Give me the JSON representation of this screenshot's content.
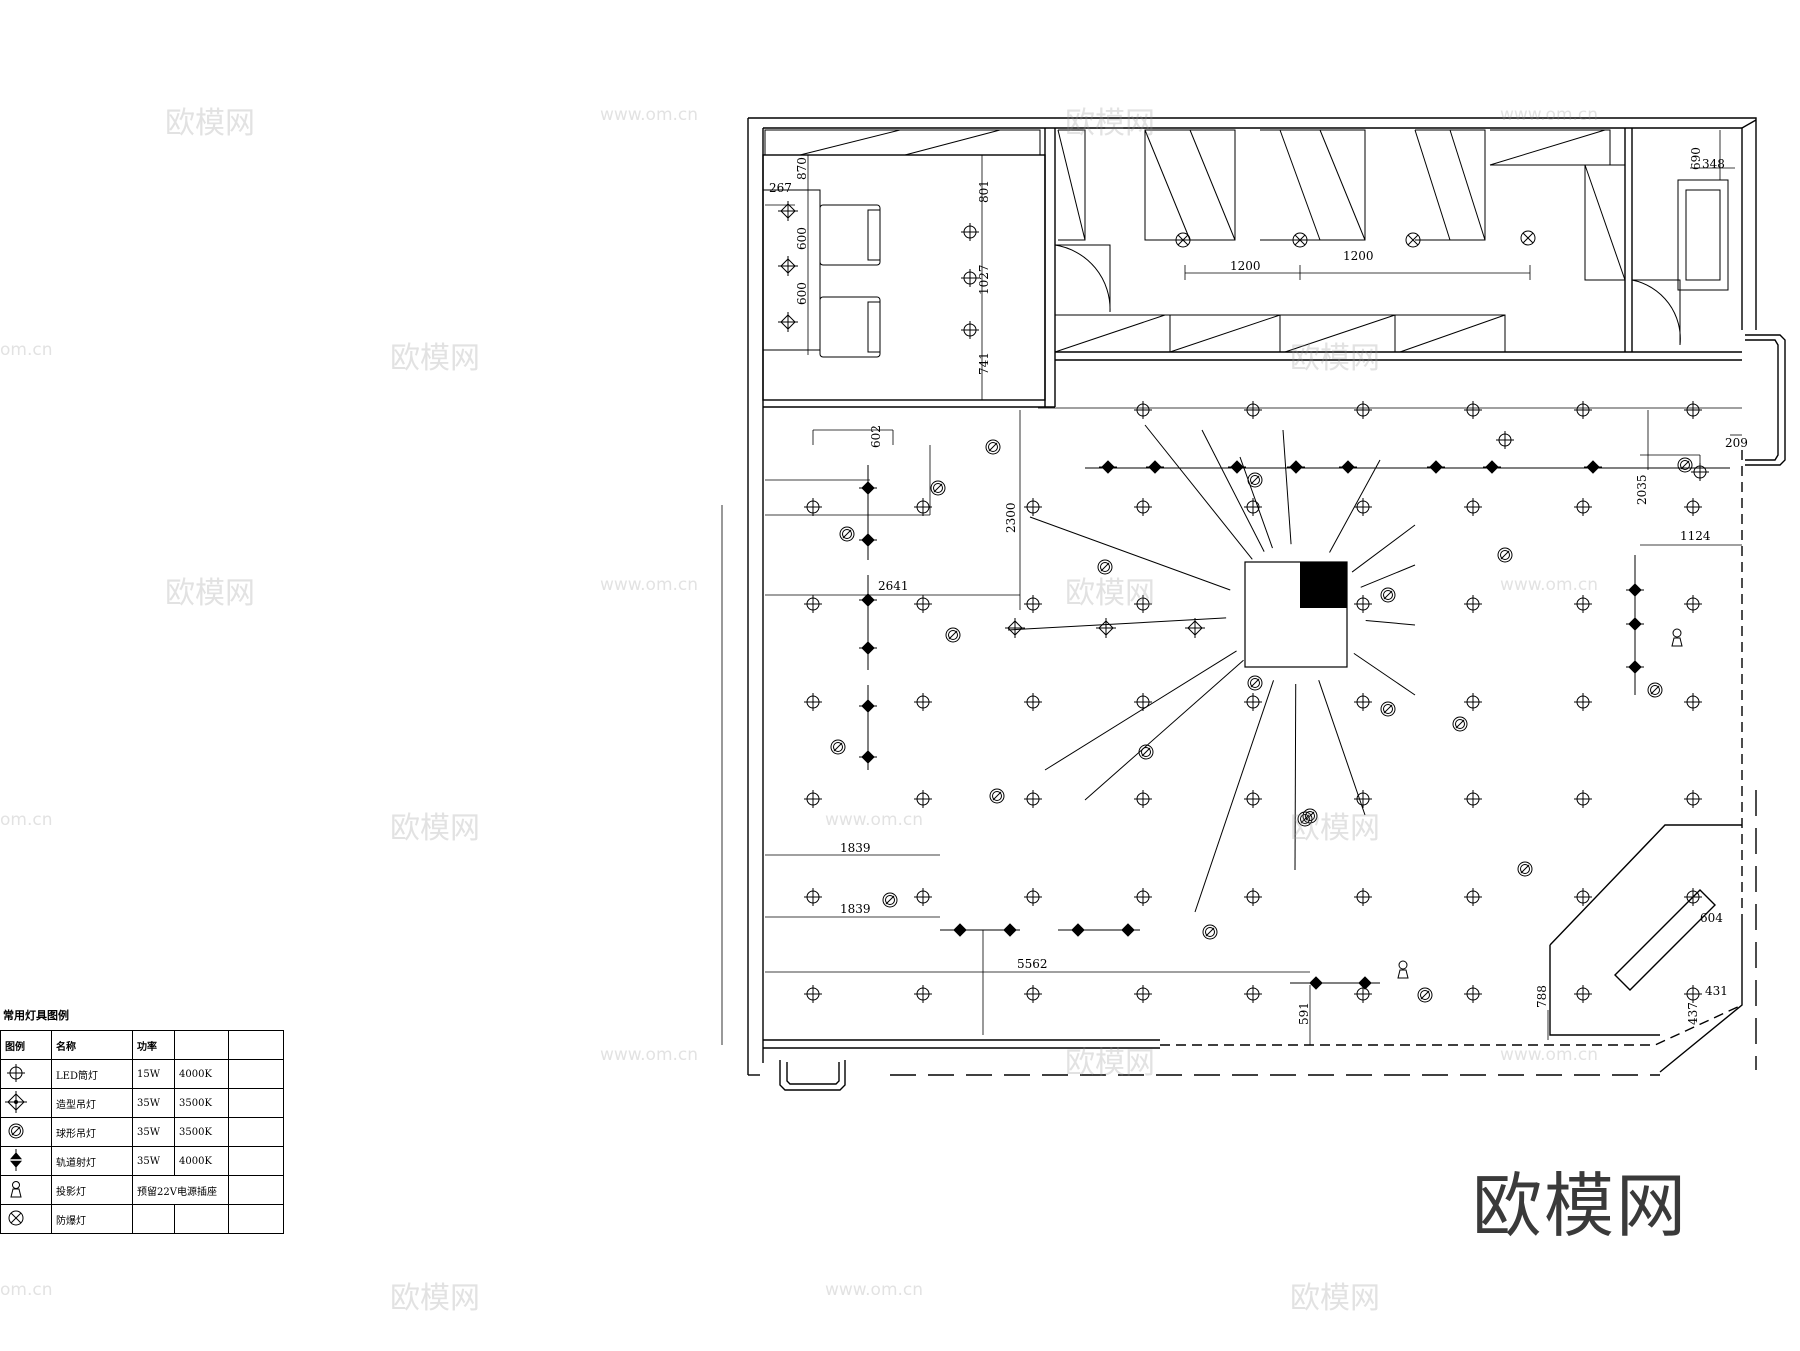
{
  "legend": {
    "title": "常用灯具图例",
    "headers": [
      "图例",
      "名称",
      "功率",
      ""
    ],
    "rows": [
      {
        "icon": "led-downlight-icon",
        "name": "LED筒灯",
        "power": "15W",
        "temp": "4000K"
      },
      {
        "icon": "decorative-pendant-icon",
        "name": "造型吊灯",
        "power": "35W",
        "temp": "3500K"
      },
      {
        "icon": "globe-pendant-icon",
        "name": "球形吊灯",
        "power": "35W",
        "temp": "3500K"
      },
      {
        "icon": "track-spotlight-icon",
        "name": "轨道射灯",
        "power": "35W",
        "temp": "4000K"
      },
      {
        "icon": "projector-light-icon",
        "name": "投影灯",
        "power": "预留22V电源插座",
        "temp": ""
      },
      {
        "icon": "explosion-proof-light-icon",
        "name": "防爆灯",
        "power": "",
        "temp": ""
      }
    ]
  },
  "dimensions": {
    "d870": "870",
    "d267": "267",
    "d600a": "600",
    "d600b": "600",
    "d801": "801",
    "d1027": "1027",
    "d741": "741",
    "d1200a": "1200",
    "d1200b": "1200",
    "d690": "690",
    "d348": "348",
    "d2300": "2300",
    "d2641": "2641",
    "d602": "602",
    "d1839a": "1839",
    "d1839b": "1839",
    "d5562": "5562",
    "d2035": "2035",
    "d209": "209",
    "d1124": "1124",
    "d591": "591",
    "d604": "604",
    "d788": "788",
    "d437": "437",
    "d431": "431"
  },
  "watermark": {
    "big": "欧模网",
    "small": "欧模网",
    "url": "www.om.cn",
    "url_short": "om.cn"
  },
  "colors": {
    "line": "#000000",
    "watermark": "#9a9a9a"
  }
}
